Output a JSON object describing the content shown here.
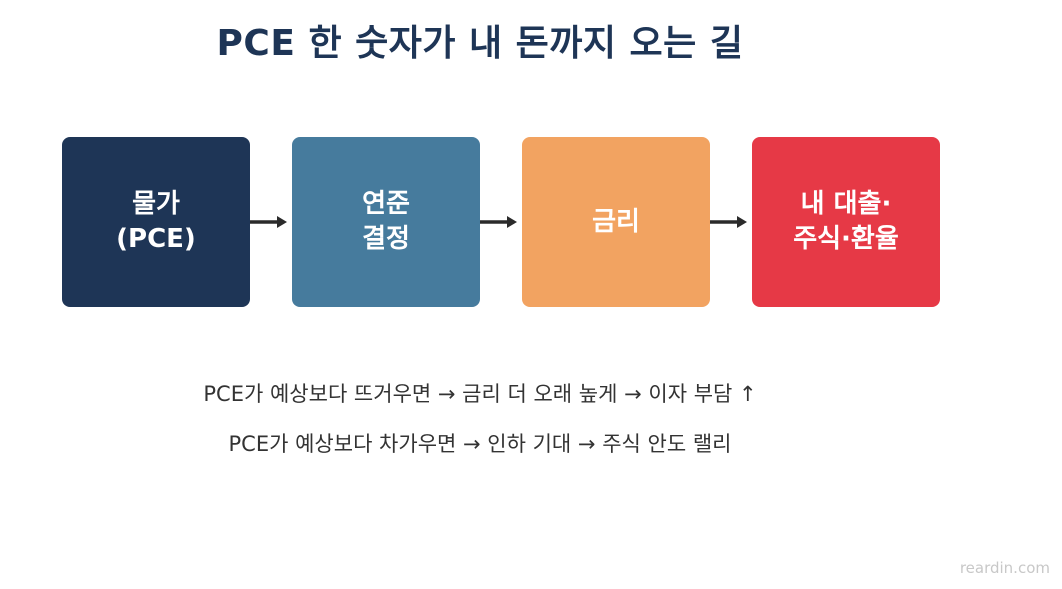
{
  "title": "PCE 한 숫자가 내 돈까지 오는 길",
  "flow": {
    "steps": [
      {
        "label": "물가\n(PCE)",
        "color": "#1e3556"
      },
      {
        "label": "연준\n결정",
        "color": "#467b9d"
      },
      {
        "label": "금리",
        "color": "#f2a361"
      },
      {
        "label": "내 대출·\n주식·환율",
        "color": "#e63946"
      }
    ],
    "arrow_color": "#2b2b2b"
  },
  "captions": [
    "PCE가 예상보다 뜨거우면 → 금리 더 오래 높게 → 이자 부담 ↑",
    "PCE가 예상보다 차가우면 → 인하 기대 → 주식 안도 랠리"
  ],
  "watermark": "reardin.com"
}
